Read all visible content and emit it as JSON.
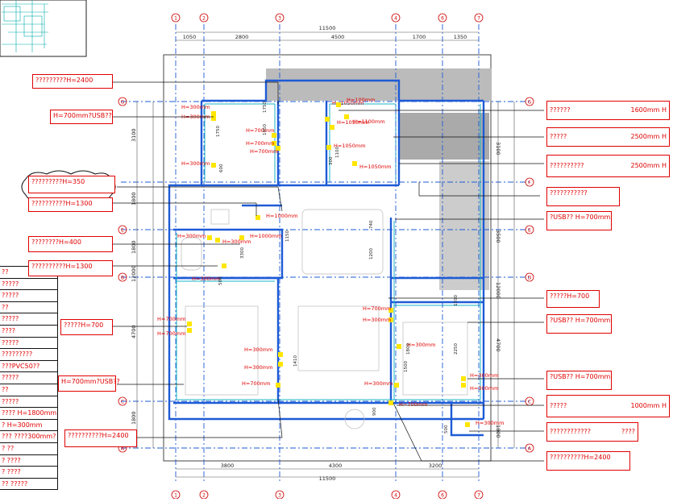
{
  "grid_top": [
    "1",
    "2",
    "3",
    "4",
    "5",
    "6",
    "7"
  ],
  "grid_right": [
    "G",
    "F",
    "E",
    "D",
    "C",
    "A"
  ],
  "grid_left": [
    "G",
    "E",
    "B",
    "C",
    "A"
  ],
  "dim_top_total": "11500",
  "dim_top": [
    "1050",
    "2800",
    "4500",
    "1700",
    "1350"
  ],
  "dim_bottom": [
    "3800",
    "4300",
    "3200"
  ],
  "dim_bottom_total": "11500",
  "dim_right": [
    "3100",
    "3500",
    "12000",
    "4700",
    "1800"
  ],
  "dim_left": [
    "3100",
    "1800",
    "1800",
    "12000",
    "4700",
    "1800"
  ],
  "callouts_left": [
    "?????????H=2400",
    "H=700mm?USB??",
    "?????????H=350",
    "??????????H=1300",
    "????????H=400",
    "??????????H=1300",
    "?????H=700",
    "H=700mm?USB??",
    "??????????H=2400"
  ],
  "callouts_right": [
    {
      "text": "??????",
      "value": "1600mm  H"
    },
    {
      "text": "?????",
      "value": "2500mm  H"
    },
    {
      "text": "??????????",
      "value": "2500mm  H"
    },
    {
      "text": "???????????",
      "value": ""
    },
    {
      "text": "?USB??  H=700mm",
      "value": ""
    },
    {
      "text": "?????H=700",
      "value": ""
    },
    {
      "text": "?USB??   H=700mm",
      "value": ""
    },
    {
      "text": "?USB??   H=700mm",
      "value": ""
    },
    {
      "text": "?????",
      "value": "1000mm  H"
    },
    {
      "text": "????????????",
      "value": "????"
    },
    {
      "text": "??????????H=2400",
      "value": ""
    }
  ],
  "table_rows": [
    "??",
    "?????",
    "?????",
    "??",
    "?????",
    "????",
    "?????",
    "?????????",
    "???PVC50??",
    "?????",
    "??",
    "?????",
    "????  H=1800mm",
    "?   H=300mm",
    "???  ????300mm?",
    "?  ??",
    "?  ????",
    "?  ????",
    "??  ?????"
  ],
  "height_tags": [
    "H=300mm",
    "H=300mm",
    "H=300mm",
    "H=700mm",
    "H=700mm",
    "H=700mm",
    "H=1050mm",
    "H=1050mm",
    "H=1050mm",
    "H=1050mm",
    "H=100mm",
    "H=1100mm",
    "H=1000mm",
    "H=1000mm",
    "H=300mm",
    "H=300mm",
    "H=300mm",
    "H=700mm",
    "H=700mm",
    "H=300mm",
    "H=300mm",
    "H=700mm",
    "H=700mm",
    "H=300mm",
    "H=300mm",
    "H=300mm",
    "H=300mm",
    "H=300mm",
    "H=700mm",
    "H=300mm"
  ],
  "room_dims": [
    "1750",
    "1100",
    "1050",
    "600",
    "740",
    "1200",
    "500",
    "1410",
    "1500",
    "1590",
    "2250",
    "1800",
    "900",
    "3300",
    "1150",
    "1750",
    "300",
    "500"
  ]
}
